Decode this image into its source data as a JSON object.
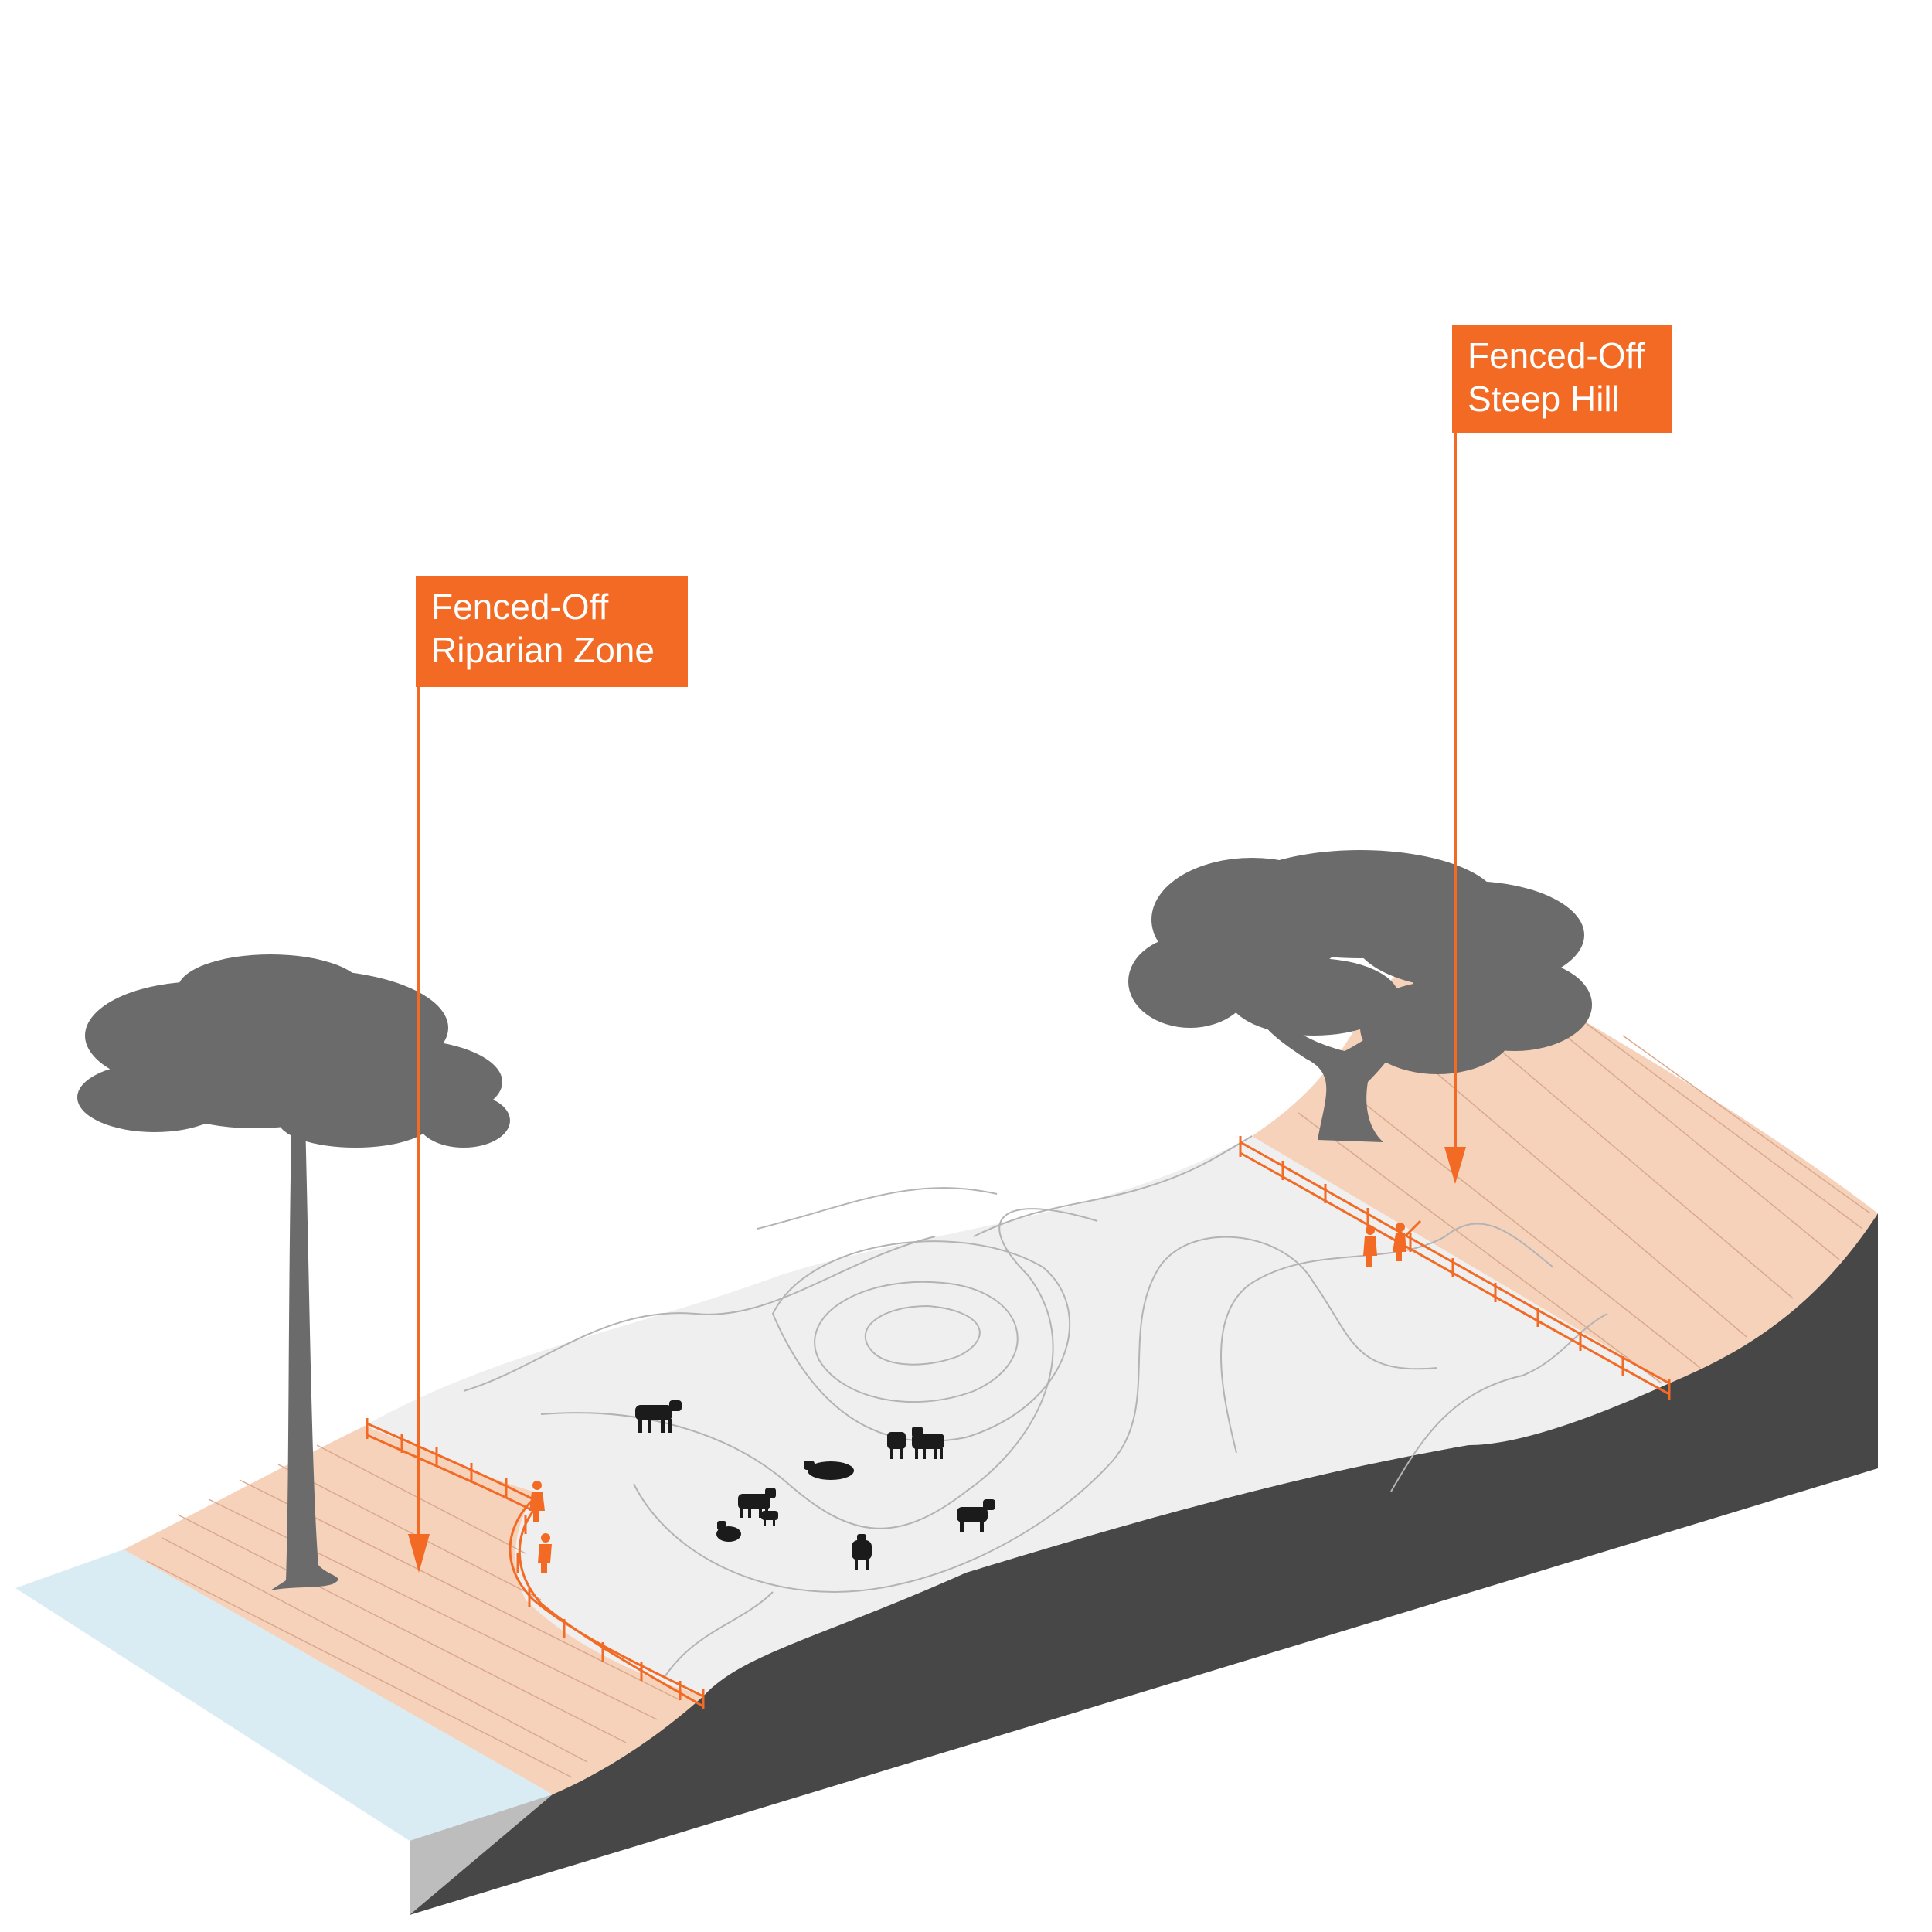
{
  "callouts": {
    "riparian": {
      "line1": "Fenced-Off",
      "line2": "Riparian Zone"
    },
    "hill": {
      "line1": "Fenced-Off",
      "line2": "Steep Hill"
    }
  },
  "colors": {
    "accent": "#f26a24",
    "buffer_zone": "#f6d2bb",
    "pasture": "#efeff0",
    "water": "#d9ecf4",
    "terrain_section": "#474747",
    "tree": "#6b6b6b",
    "cattle": "#1b1b1b"
  },
  "icons": [
    "tree-icon",
    "cow-icon",
    "person-icon",
    "fence-icon",
    "arrow-down-icon"
  ]
}
